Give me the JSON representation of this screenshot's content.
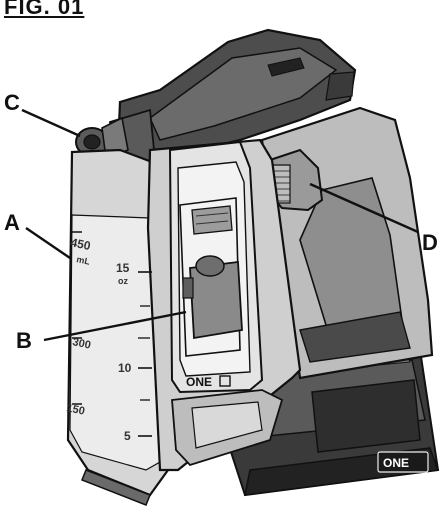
{
  "header": {
    "text": "FIG. 01"
  },
  "callouts": {
    "a": "A",
    "b": "B",
    "c": "C",
    "d": "D"
  },
  "scale_ml": {
    "top_value": "450",
    "top_unit": "mL",
    "mid_value": "300",
    "low_value": "150"
  },
  "scale_oz": {
    "top_value": "15",
    "top_unit": "oz",
    "mid_value": "10",
    "low_value": "5"
  },
  "brand": {
    "window_logo": "ONE",
    "battery_logo": "ONE"
  }
}
